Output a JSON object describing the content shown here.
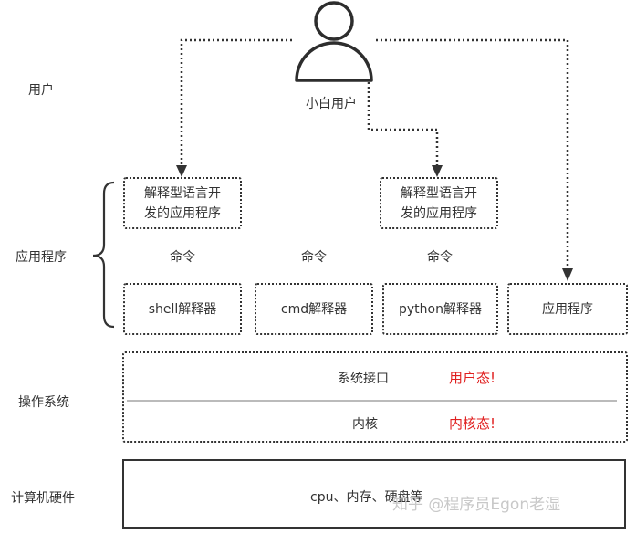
{
  "layers": {
    "user": "用户",
    "application": "应用程序",
    "os": "操作系统",
    "hardware": "计算机硬件"
  },
  "user_figure": {
    "icon": "user-icon",
    "label": "小白用户"
  },
  "interpreted_apps": [
    {
      "line1": "解释型语言开",
      "line2": "发的应用程序"
    },
    {
      "line1": "解释型语言开",
      "line2": "发的应用程序"
    }
  ],
  "command_labels": [
    "命令",
    "命令",
    "命令"
  ],
  "interpreters": [
    "shell解释器",
    "cmd解释器",
    "python解释器"
  ],
  "application_box": "应用程序",
  "os_box": {
    "system_interface": "系统接口",
    "user_mode": "用户态!",
    "kernel": "内核",
    "kernel_mode": "内核态!"
  },
  "hardware_box": {
    "text": "cpu、内存、硬盘等"
  },
  "watermark": "知乎 @程序员Egon老湿",
  "colors": {
    "line": "#333333",
    "accent_red": "#e02020",
    "divider": "#bbbbbb"
  }
}
